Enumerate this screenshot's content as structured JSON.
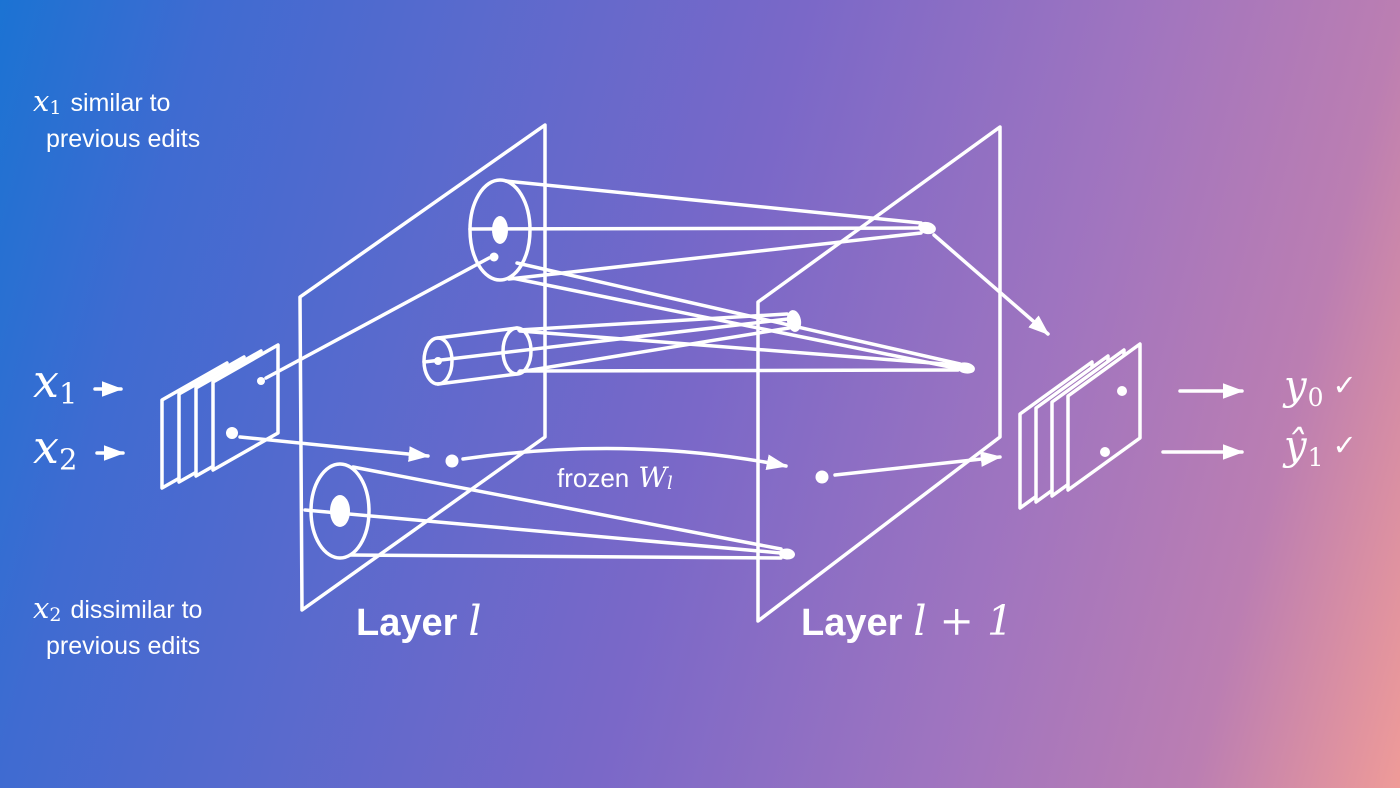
{
  "colors": {
    "gradient_stops": [
      "#1b73d3",
      "#3f6bd1",
      "#7a68c8",
      "#a175bf",
      "#bb7eb2",
      "#ef9b98"
    ],
    "line": "#ffffff"
  },
  "notes": {
    "top": {
      "symbol": "x",
      "subscript": "1",
      "line1": "similar to",
      "line2": "previous edits"
    },
    "bottom": {
      "symbol": "x",
      "subscript": "2",
      "line1": "dissimilar to",
      "line2": "previous edits"
    }
  },
  "inputs": [
    {
      "symbol": "x",
      "subscript": "1"
    },
    {
      "symbol": "x",
      "subscript": "2"
    }
  ],
  "outputs": [
    {
      "symbol": "y",
      "subscript": "0",
      "check": "✓"
    },
    {
      "symbol": "ŷ",
      "subscript": "1",
      "check": "✓"
    }
  ],
  "layers": {
    "l": {
      "word": "Layer",
      "math": "l"
    },
    "l_plus_1": {
      "word": "Layer",
      "math": "l + 1"
    }
  },
  "frozen_weights": {
    "word": "frozen",
    "symbol": "W",
    "subscript": "l"
  }
}
